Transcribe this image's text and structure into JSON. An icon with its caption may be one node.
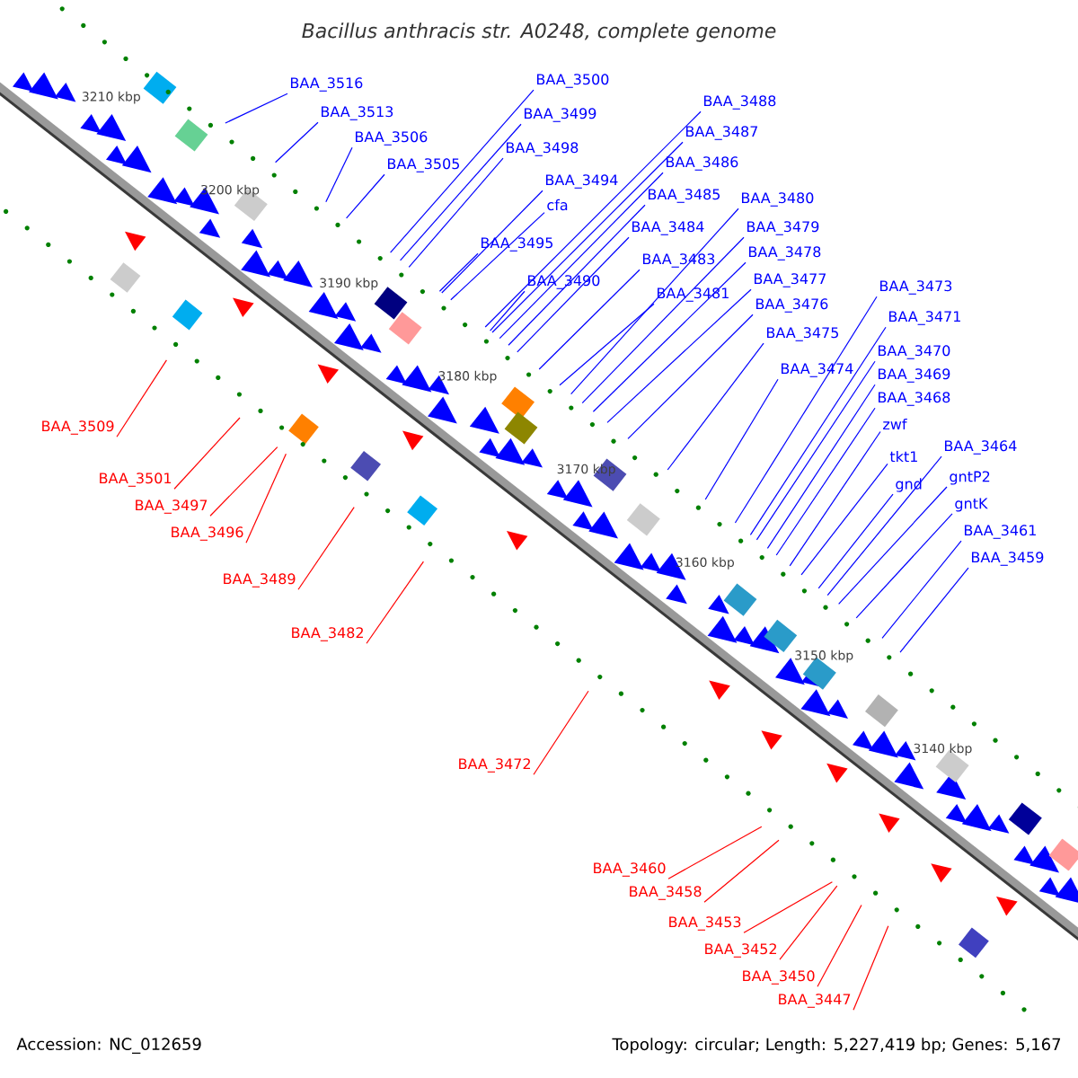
{
  "diagram": {
    "title": "Bacillus anthracis str. A0248, complete genome",
    "nodes": [
      {
        "text": [
          "BAA_3516"
        ]
      },
      {
        "text": [
          "BAA_3513"
        ]
      },
      {
        "text": [
          "BAA_3506"
        ]
      },
      {
        "text": [
          "BAA_3505"
        ]
      },
      {
        "text": [
          "BAA_3500"
        ]
      },
      {
        "text": [
          "BAA_3499"
        ]
      },
      {
        "text": [
          "BAA_3498"
        ]
      },
      {
        "text": [
          "BAA_3494"
        ]
      },
      {
        "text": [
          "cfa"
        ]
      },
      {
        "text": [
          "BAA_3495"
        ]
      },
      {
        "text": [
          "BAA_3490"
        ]
      },
      {
        "text": [
          "BAA_3488"
        ]
      },
      {
        "text": [
          "BAA_3487"
        ]
      },
      {
        "text": [
          "BAA_3486"
        ]
      },
      {
        "text": [
          "BAA_3485"
        ]
      },
      {
        "text": [
          "BAA_3484"
        ]
      },
      {
        "text": [
          "BAA_3483"
        ]
      },
      {
        "text": [
          "BAA_3481"
        ]
      },
      {
        "text": [
          "BAA_3480"
        ]
      },
      {
        "text": [
          "BAA_3479"
        ]
      },
      {
        "text": [
          "BAA_3478"
        ]
      },
      {
        "text": [
          "BAA_3477"
        ]
      },
      {
        "text": [
          "BAA_3476"
        ]
      },
      {
        "text": [
          "BAA_3475"
        ]
      },
      {
        "text": [
          "BAA_3474"
        ]
      },
      {
        "text": [
          "BAA_3473"
        ]
      },
      {
        "text": [
          "BAA_3471"
        ]
      },
      {
        "text": [
          "BAA_3470"
        ]
      },
      {
        "text": [
          "BAA_3469"
        ]
      },
      {
        "text": [
          "BAA_3468"
        ]
      },
      {
        "text": [
          "zwf"
        ]
      },
      {
        "text": [
          "tkt1"
        ]
      },
      {
        "text": [
          "gnd"
        ]
      },
      {
        "text": [
          "BAA_3464"
        ]
      },
      {
        "text": [
          "gntP2"
        ]
      },
      {
        "text": [
          "gntK"
        ]
      },
      {
        "text": [
          "BAA_3461"
        ]
      },
      {
        "text": [
          "BAA_3459"
        ]
      },
      {
        "text": [
          "BAA_3509"
        ]
      },
      {
        "text": [
          "BAA_3501"
        ]
      },
      {
        "text": [
          "BAA_3497"
        ]
      },
      {
        "text": [
          "BAA_3496"
        ]
      },
      {
        "text": [
          "BAA_3489"
        ]
      },
      {
        "text": [
          "BAA_3482"
        ]
      },
      {
        "text": [
          "BAA_3472"
        ]
      },
      {
        "text": [
          "BAA_3460"
        ]
      },
      {
        "text": [
          "BAA_3458"
        ]
      },
      {
        "text": [
          "BAA_3453"
        ]
      },
      {
        "text": [
          "BAA_3452"
        ]
      },
      {
        "text": [
          "BAA_3450"
        ]
      },
      {
        "text": [
          "BAA_3447"
        ]
      }
    ],
    "edges": [
      {
        "from": 0,
        "to": null,
        "arrow": "none"
      },
      {
        "from": 1,
        "to": null,
        "arrow": "none"
      },
      {
        "from": 2,
        "to": null,
        "arrow": "none"
      },
      {
        "from": 3,
        "to": null,
        "arrow": "none"
      },
      {
        "from": 4,
        "to": null,
        "arrow": "none"
      },
      {
        "from": 5,
        "to": null,
        "arrow": "none"
      },
      {
        "from": 6,
        "to": null,
        "arrow": "none"
      },
      {
        "from": 7,
        "to": null,
        "arrow": "none"
      },
      {
        "from": 8,
        "to": null,
        "arrow": "none"
      },
      {
        "from": 9,
        "to": null,
        "arrow": "none"
      },
      {
        "from": 10,
        "to": null,
        "arrow": "none"
      },
      {
        "from": 11,
        "to": null,
        "arrow": "none"
      },
      {
        "from": 12,
        "to": null,
        "arrow": "none"
      },
      {
        "from": 13,
        "to": null,
        "arrow": "none"
      },
      {
        "from": 14,
        "to": null,
        "arrow": "none"
      },
      {
        "from": 15,
        "to": null,
        "arrow": "none"
      },
      {
        "from": 16,
        "to": null,
        "arrow": "none"
      },
      {
        "from": 17,
        "to": null,
        "arrow": "none"
      },
      {
        "from": 18,
        "to": null,
        "arrow": "none"
      },
      {
        "from": 19,
        "to": null,
        "arrow": "none"
      },
      {
        "from": 20,
        "to": null,
        "arrow": "none"
      },
      {
        "from": 21,
        "to": null,
        "arrow": "none"
      },
      {
        "from": 22,
        "to": null,
        "arrow": "none"
      },
      {
        "from": 23,
        "to": null,
        "arrow": "none"
      },
      {
        "from": 24,
        "to": null,
        "arrow": "none"
      },
      {
        "from": 25,
        "to": null,
        "arrow": "none"
      },
      {
        "from": 26,
        "to": null,
        "arrow": "none"
      },
      {
        "from": 27,
        "to": null,
        "arrow": "none"
      },
      {
        "from": 28,
        "to": null,
        "arrow": "none"
      },
      {
        "from": 29,
        "to": null,
        "arrow": "none"
      },
      {
        "from": 30,
        "to": null,
        "arrow": "none"
      },
      {
        "from": 31,
        "to": null,
        "arrow": "none"
      },
      {
        "from": 32,
        "to": null,
        "arrow": "none"
      },
      {
        "from": 33,
        "to": null,
        "arrow": "none"
      },
      {
        "from": 34,
        "to": null,
        "arrow": "none"
      },
      {
        "from": 35,
        "to": null,
        "arrow": "none"
      },
      {
        "from": 36,
        "to": null,
        "arrow": "none"
      },
      {
        "from": 37,
        "to": null,
        "arrow": "none"
      },
      {
        "from": 38,
        "to": null,
        "arrow": "none",
        "color": "#ff0000"
      },
      {
        "from": 39,
        "to": null,
        "arrow": "none",
        "color": "#ff0000"
      },
      {
        "from": 40,
        "to": null,
        "arrow": "none",
        "color": "#ff0000"
      },
      {
        "from": 41,
        "to": null,
        "arrow": "none",
        "color": "#ff0000"
      },
      {
        "from": 42,
        "to": null,
        "arrow": "none",
        "color": "#ff0000"
      },
      {
        "from": 43,
        "to": null,
        "arrow": "none",
        "color": "#ff0000"
      },
      {
        "from": 44,
        "to": null,
        "arrow": "none",
        "color": "#ff0000"
      },
      {
        "from": 45,
        "to": null,
        "arrow": "none",
        "color": "#ff0000"
      },
      {
        "from": 46,
        "to": null,
        "arrow": "none",
        "color": "#ff0000"
      },
      {
        "from": 47,
        "to": null,
        "arrow": "none",
        "color": "#ff0000"
      },
      {
        "from": 48,
        "to": null,
        "arrow": "none",
        "color": "#ff0000"
      },
      {
        "from": 49,
        "to": null,
        "arrow": "none",
        "color": "#ff0000"
      },
      {
        "from": 50,
        "to": null,
        "arrow": "none",
        "color": "#ff0000"
      }
    ],
    "labels": [
      "3210 kbp",
      "3200 kbp",
      "3190 kbp",
      "3180 kbp",
      "3170 kbp",
      "3160 kbp",
      "3150 kbp",
      "3140 kbp",
      "Accession: NC_012659",
      "Topology: circular; Length: 5,227,419 bp; Genes: 5,167"
    ]
  }
}
